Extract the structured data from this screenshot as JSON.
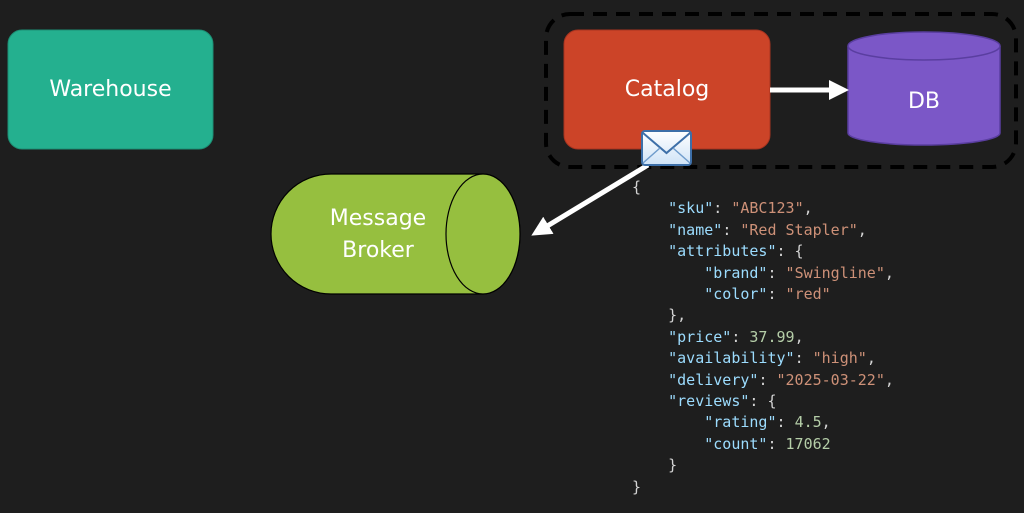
{
  "nodes": {
    "warehouse": {
      "label": "Warehouse",
      "color": "#24b08f"
    },
    "catalog": {
      "label": "Catalog",
      "color": "#cc4428"
    },
    "db": {
      "label": "DB",
      "color": "#7b57c7"
    },
    "broker": {
      "label_line1": "Message",
      "label_line2": "Broker",
      "color": "#96bf3f"
    }
  },
  "icons": {
    "message": "envelope-icon"
  },
  "payload": {
    "sku": "ABC123",
    "name": "Red Stapler",
    "attributes": {
      "brand": "Swingline",
      "color": "red"
    },
    "price": "37.99",
    "availability": "high",
    "delivery": "2025-03-22",
    "reviews": {
      "rating": "4.5",
      "count": "17062"
    }
  }
}
